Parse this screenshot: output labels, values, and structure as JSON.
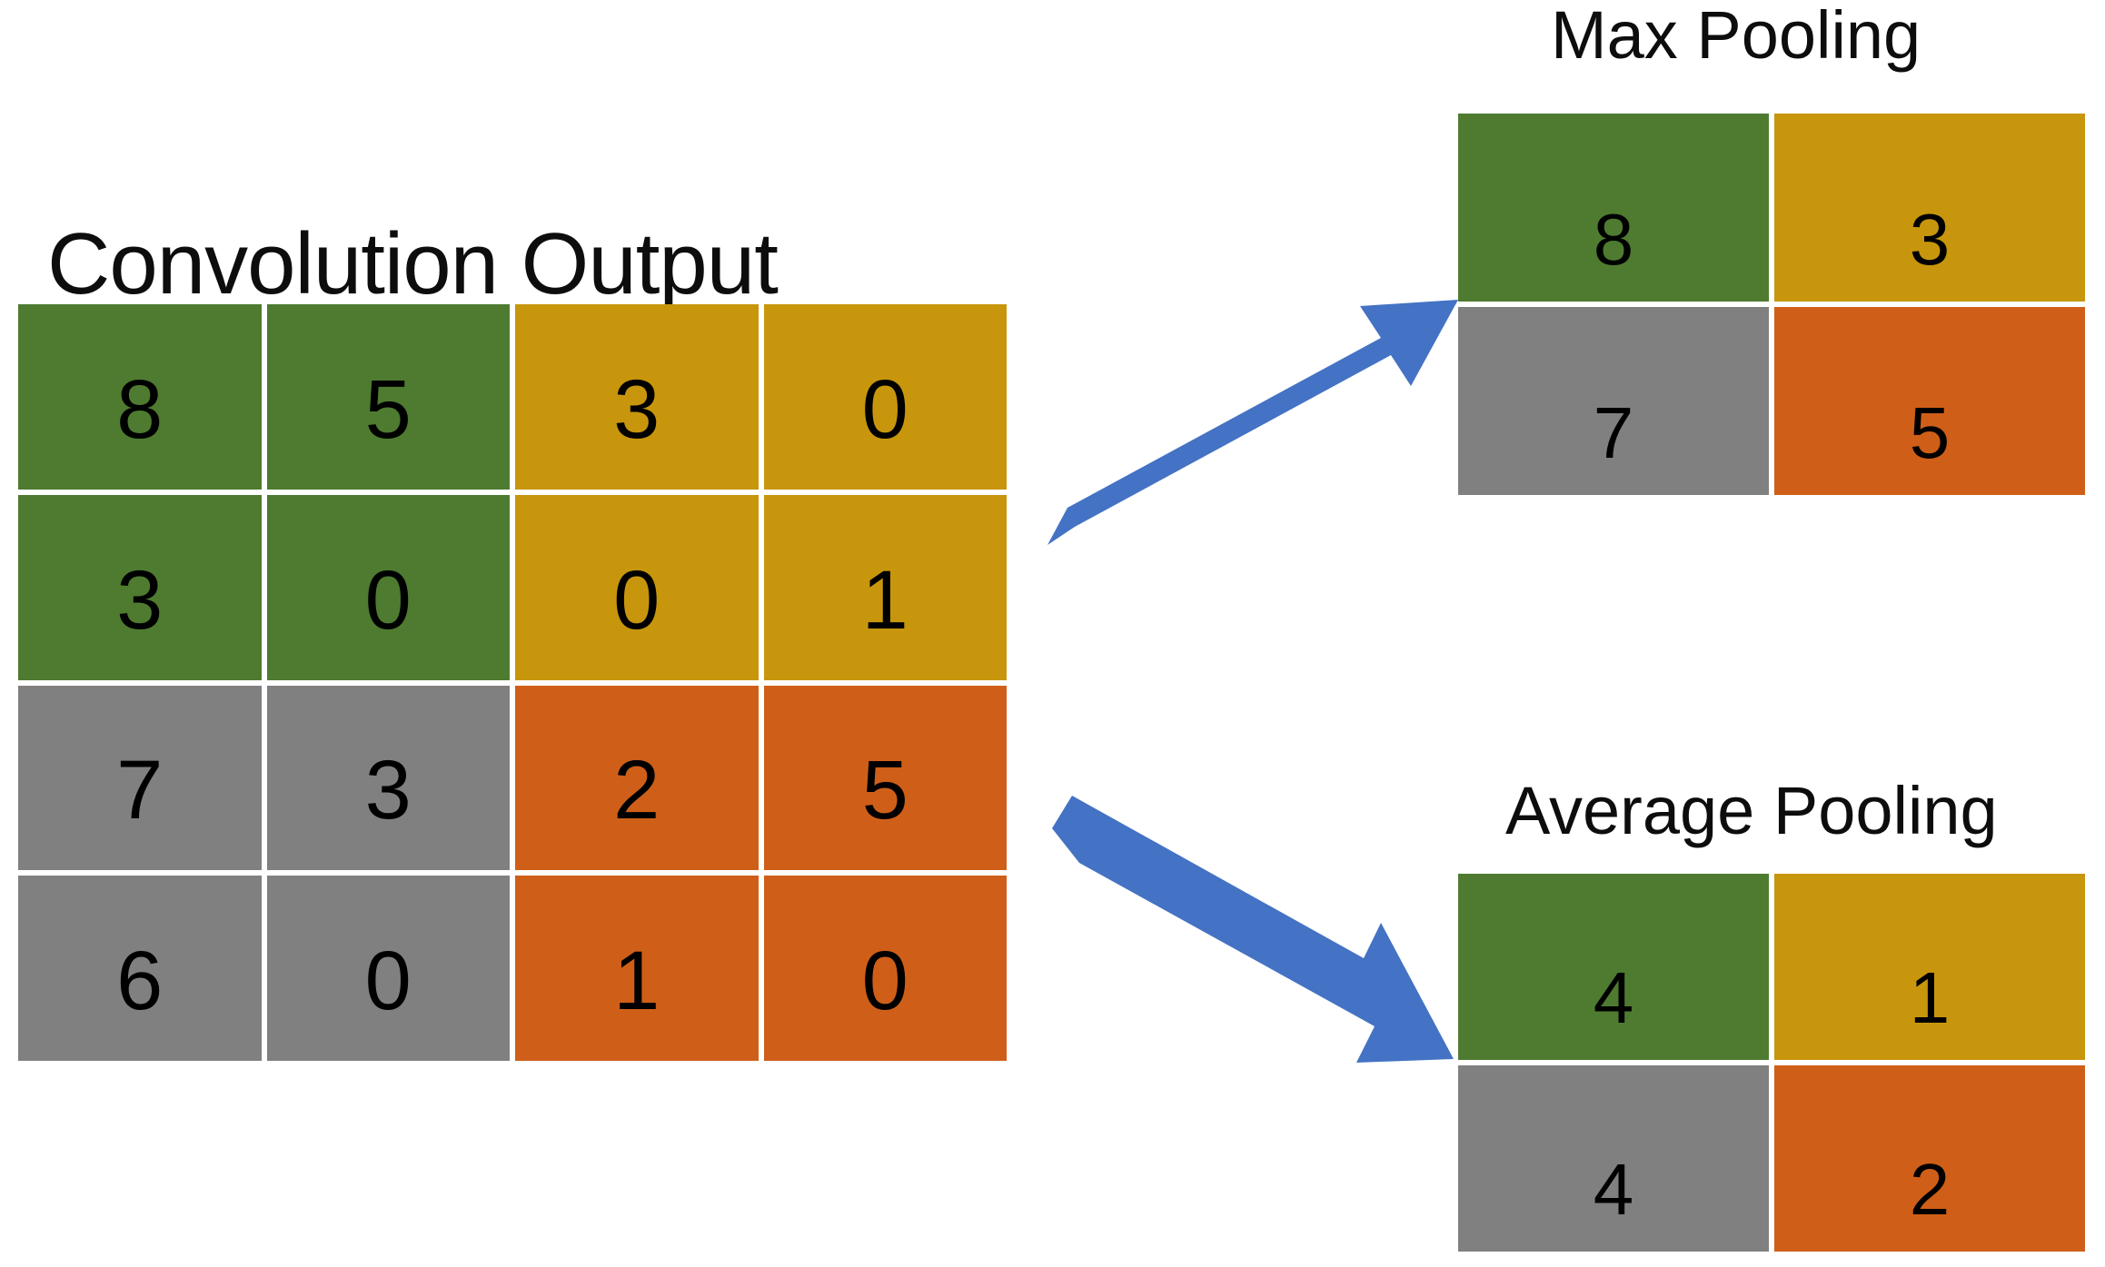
{
  "diagram": {
    "background_color": "#ffffff",
    "arrow_color": "#4472c4",
    "palette": {
      "green": "#4e7b30",
      "yellow": "#c8960c",
      "gray": "#808080",
      "orange": "#cf5f18"
    }
  },
  "convolution": {
    "title": "Convolution Output",
    "rows": [
      [
        {
          "value": "8",
          "color": "green"
        },
        {
          "value": "5",
          "color": "green"
        },
        {
          "value": "3",
          "color": "yellow"
        },
        {
          "value": "0",
          "color": "yellow"
        }
      ],
      [
        {
          "value": "3",
          "color": "green"
        },
        {
          "value": "0",
          "color": "green"
        },
        {
          "value": "0",
          "color": "yellow"
        },
        {
          "value": "1",
          "color": "yellow"
        }
      ],
      [
        {
          "value": "7",
          "color": "gray"
        },
        {
          "value": "3",
          "color": "gray"
        },
        {
          "value": "2",
          "color": "orange"
        },
        {
          "value": "5",
          "color": "orange"
        }
      ],
      [
        {
          "value": "6",
          "color": "gray"
        },
        {
          "value": "0",
          "color": "gray"
        },
        {
          "value": "1",
          "color": "orange"
        },
        {
          "value": "0",
          "color": "orange"
        }
      ]
    ]
  },
  "max_pooling": {
    "title": "Max Pooling",
    "rows": [
      [
        {
          "value": "8",
          "color": "green"
        },
        {
          "value": "3",
          "color": "yellow"
        }
      ],
      [
        {
          "value": "7",
          "color": "gray"
        },
        {
          "value": "5",
          "color": "orange"
        }
      ]
    ]
  },
  "average_pooling": {
    "title": "Average Pooling",
    "rows": [
      [
        {
          "value": "4",
          "color": "green"
        },
        {
          "value": "1",
          "color": "yellow"
        }
      ],
      [
        {
          "value": "4",
          "color": "gray"
        },
        {
          "value": "2",
          "color": "orange"
        }
      ]
    ]
  },
  "arrows": [
    {
      "name": "arrow-to-max-pooling",
      "direction": "up-right"
    },
    {
      "name": "arrow-to-average-pooling",
      "direction": "down-right"
    }
  ]
}
